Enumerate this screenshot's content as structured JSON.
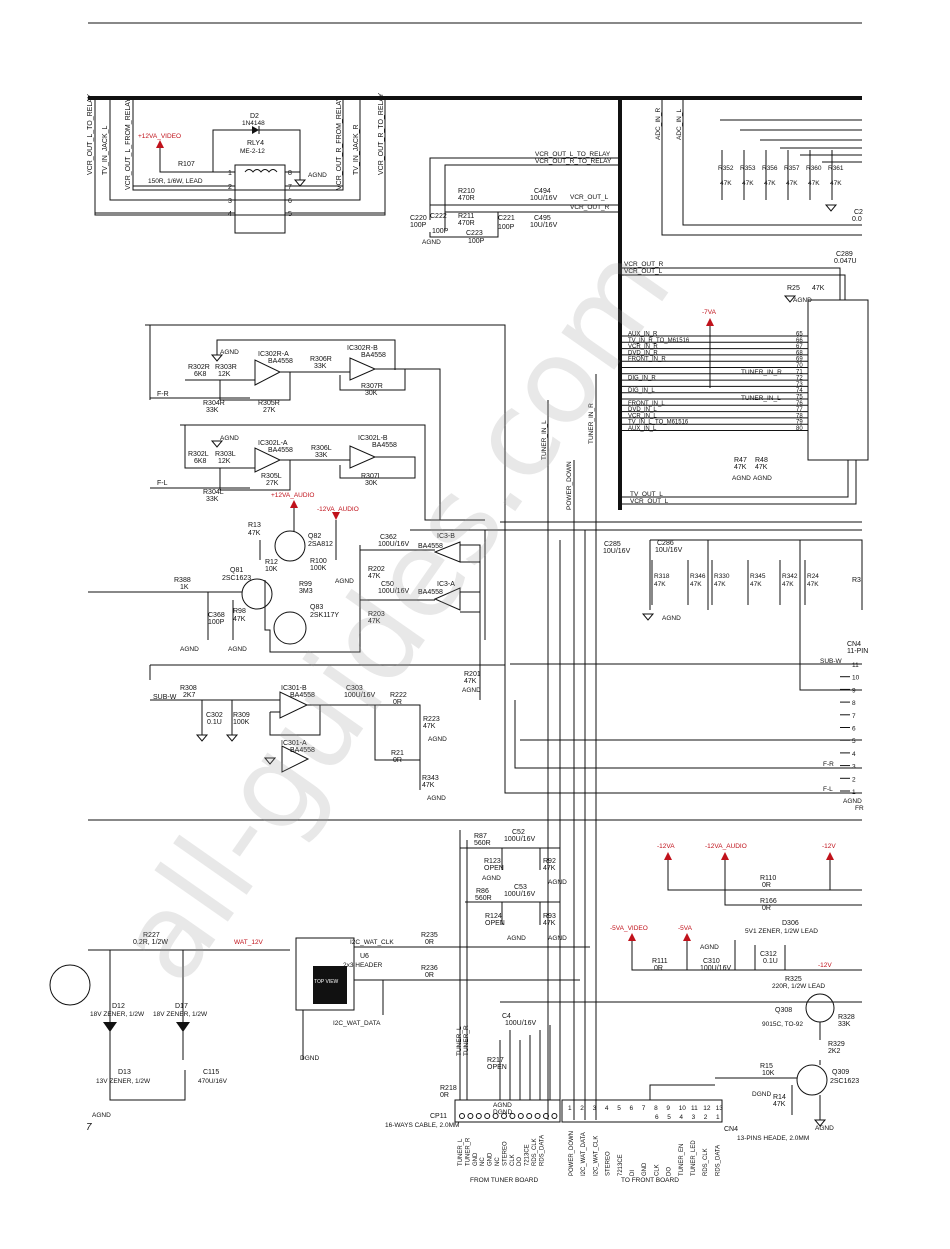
{
  "page": {
    "number": "7"
  },
  "watermark": "all-guides.com",
  "rails": {
    "v12_video": "+12VA_VIDEO",
    "v12_audio": "+12VA_AUDIO",
    "m12_audio": "-12VA_AUDIO",
    "m7": "-7VA",
    "m12va": "-12VA",
    "m12va_audio": "-12VA_AUDIO",
    "m12": "-12V",
    "m5_video": "-5VA_VIDEO",
    "m5": "-5VA",
    "m12_right": "-12V",
    "wat": "WAT_12V"
  },
  "relay_section": {
    "rail_labels": [
      "VCR_OUT_L_TO_RELAY",
      "TV_IN_JACK_L",
      "VCR_OUT_L_FROM_RELAY",
      "VCR_OUT_R_FROM_RELAY",
      "TV_IN_JACK_R",
      "VCR_OUT_R_TO_RELAY"
    ],
    "d2": {
      "ref": "D2",
      "part": "1N4148"
    },
    "relay": {
      "ref": "RLY4",
      "part": "ME-2-12",
      "pins": [
        "1",
        "2",
        "3",
        "4",
        "8",
        "7",
        "6",
        "5"
      ]
    },
    "r107": {
      "ref": "R107",
      "value": "150R, 1/6W, LEAD"
    },
    "agnd": "AGND"
  },
  "vcr_filter": {
    "nets": [
      "VCR_OUT_L_TO_RELAY",
      "VCR_OUT_R_TO_RELAY",
      "VCR_OUT_L",
      "VCR_OUT_R"
    ],
    "r210": {
      "ref": "R210",
      "value": "470R"
    },
    "r211": {
      "ref": "R211",
      "value": "470R"
    },
    "c494": {
      "ref": "C494",
      "value": "10U/16V"
    },
    "c495": {
      "ref": "C495",
      "value": "10U/16V"
    },
    "c220": {
      "ref": "C220",
      "value": "100P"
    },
    "c222": {
      "ref": "C222",
      "value": "100P"
    },
    "c221": {
      "ref": "C221",
      "value": "100P"
    },
    "c223": {
      "ref": "C223",
      "value": "100P"
    },
    "agnd": "AGND"
  },
  "adc_block": {
    "nets": [
      "ADC_IN_R",
      "ADC_IN_L",
      "VCR_OUT_R",
      "VCR_OUT_L"
    ],
    "resistors": [
      {
        "ref": "R352",
        "value": "47K"
      },
      {
        "ref": "R353",
        "value": "47K"
      },
      {
        "ref": "R356",
        "value": "47K"
      },
      {
        "ref": "R357",
        "value": "47K"
      },
      {
        "ref": "R360",
        "value": "47K"
      },
      {
        "ref": "R361",
        "value": "47K"
      }
    ],
    "c2": {
      "ref": "C2",
      "value": "0.0"
    },
    "c289": {
      "ref": "C289",
      "value": "0.047U"
    },
    "r25": {
      "ref": "R25",
      "value": "47K"
    },
    "agnd": "AGND"
  },
  "switch_ic": {
    "inputs": [
      {
        "net": "AUX_IN_R",
        "pin": "65"
      },
      {
        "net": "TV_IN_R_TO_M61516",
        "pin": "66"
      },
      {
        "net": "VCR_IN_R",
        "pin": "67"
      },
      {
        "net": "DVD_IN_R",
        "pin": "68"
      },
      {
        "net": "FRONT_IN_R",
        "pin": "69"
      },
      {
        "net": "",
        "pin": "70"
      },
      {
        "net": "",
        "pin": "71"
      },
      {
        "net": "DIG_IN_R",
        "pin": "72"
      },
      {
        "net": "",
        "pin": "73"
      },
      {
        "net": "DIG_IN_L",
        "pin": "74"
      },
      {
        "net": "",
        "pin": "75"
      },
      {
        "net": "FRONT_IN_L",
        "pin": "76"
      },
      {
        "net": "DVD_IN_L",
        "pin": "77"
      },
      {
        "net": "VCR_IN_L",
        "pin": "78"
      },
      {
        "net": "TV_IN_L_TO_M61516",
        "pin": "79"
      },
      {
        "net": "AUX_IN_L",
        "pin": "80"
      }
    ],
    "tuner_r": "TUNER_IN_R",
    "tuner_l": "TUNER_IN_L",
    "r47": {
      "ref": "R47",
      "value": "47K"
    },
    "r48": {
      "ref": "R48",
      "value": "47K"
    },
    "agnd": "AGND",
    "vcr_out_nets": [
      "TV_OUT_L",
      "VCR_OUT_L"
    ]
  },
  "vertical_nets": [
    "TUNER_IN_L",
    "TUNER_IN_R",
    "POWER_DOWN"
  ],
  "opamp_front": {
    "ic302r_a": {
      "ref": "IC302R-A",
      "part": "BA4558"
    },
    "ic302r_b": {
      "ref": "IC302R-B",
      "part": "BA4558"
    },
    "ic302l_a": {
      "ref": "IC302L-A",
      "part": "BA4558"
    },
    "ic302l_b": {
      "ref": "IC302L-B",
      "part": "BA4558"
    },
    "r302r": {
      "ref": "R302R",
      "value": "6K8"
    },
    "r303r": {
      "ref": "R303R",
      "value": "12K"
    },
    "r304r": {
      "ref": "R304R",
      "value": "33K"
    },
    "r305r": {
      "ref": "R305R",
      "value": "27K"
    },
    "r306r": {
      "ref": "R306R",
      "value": "33K"
    },
    "r307r": {
      "ref": "R307R",
      "value": "30K"
    },
    "r302l": {
      "ref": "R302L",
      "value": "6K8"
    },
    "r303l": {
      "ref": "R303L",
      "value": "12K"
    },
    "r304l": {
      "ref": "R304L",
      "value": "33K"
    },
    "r305l": {
      "ref": "R305L",
      "value": "27K"
    },
    "r306l": {
      "ref": "R306L",
      "value": "33K"
    },
    "r307l": {
      "ref": "R307L",
      "value": "30K"
    },
    "fr": "F-R",
    "fl": "F-L",
    "agnd": "AGND"
  },
  "mute_block": {
    "r13": {
      "ref": "R13",
      "value": "47K"
    },
    "q82": {
      "ref": "Q82",
      "part": "2SA812"
    },
    "r12": {
      "ref": "R12",
      "value": "10K"
    },
    "r100": {
      "ref": "R100",
      "value": "100K"
    },
    "q81": {
      "ref": "Q81",
      "part": "2SC1623"
    },
    "r99": {
      "ref": "R99",
      "value": "3M3"
    },
    "r388": {
      "ref": "R388",
      "value": "1K"
    },
    "c368": {
      "ref": "C368",
      "value": "100P"
    },
    "r98": {
      "ref": "R98",
      "value": "47K"
    },
    "q83": {
      "ref": "Q83",
      "part": "2SK117Y"
    },
    "agnd": "AGND"
  },
  "ic3_block": {
    "c362": {
      "ref": "C362",
      "value": "100U/16V"
    },
    "c50": {
      "ref": "C50",
      "value": "100U/16V"
    },
    "r202": {
      "ref": "R202",
      "value": "47K"
    },
    "r203": {
      "ref": "R203",
      "value": "47K"
    },
    "ic3b": {
      "ref": "IC3-B",
      "part": "BA4558"
    },
    "ic3a": {
      "ref": "IC3-A",
      "part": "BA4558"
    },
    "r201": {
      "ref": "R201",
      "value": "47K"
    },
    "agnd": "AGND"
  },
  "output_caps": {
    "c285": {
      "ref": "C285",
      "value": "10U/16V"
    },
    "c286": {
      "ref": "C286",
      "value": "10U/16V"
    },
    "resistors": [
      {
        "ref": "R318",
        "value": "47K"
      },
      {
        "ref": "R346",
        "value": "47K"
      },
      {
        "ref": "R330",
        "value": "47K"
      },
      {
        "ref": "R345",
        "value": "47K"
      },
      {
        "ref": "R342",
        "value": "47K"
      },
      {
        "ref": "R24",
        "value": "47K"
      }
    ],
    "r3": "R3",
    "agnd": "AGND"
  },
  "cn4_top": {
    "ref": "CN4",
    "part": "11-PIN",
    "pins": [
      "11",
      "10",
      "9",
      "8",
      "7",
      "6",
      "5",
      "4",
      "3",
      "2",
      "1"
    ],
    "subw": "SUB-W",
    "fr": "F-R",
    "fl": "F-L",
    "agnd": "AGND",
    "fr2": "FR"
  },
  "subwoofer": {
    "r308": {
      "ref": "R308",
      "value": "2K7"
    },
    "subw": "SUB-W",
    "c302": {
      "ref": "C302",
      "value": "0.1U"
    },
    "r309": {
      "ref": "R309",
      "value": "100K"
    },
    "ic301b": {
      "ref": "IC301-B",
      "part": "BA4558"
    },
    "ic301a": {
      "ref": "IC301-A",
      "part": "BA4558"
    },
    "c303": {
      "ref": "C303",
      "value": "100U/16V"
    },
    "r222": {
      "ref": "R222",
      "value": "0R"
    },
    "r223": {
      "ref": "R223",
      "value": "47K"
    },
    "r21": {
      "ref": "R21",
      "value": "0R"
    },
    "r343": {
      "ref": "R343",
      "value": "47K"
    },
    "agnd": "AGND"
  },
  "tuner_block": {
    "r87": {
      "ref": "R87",
      "value": "560R"
    },
    "c52": {
      "ref": "C52",
      "value": "100U/16V"
    },
    "r123": {
      "ref": "R123",
      "value": "OPEN"
    },
    "r92": {
      "ref": "R92",
      "value": "47K"
    },
    "r86": {
      "ref": "R86",
      "value": "560R"
    },
    "c53": {
      "ref": "C53",
      "value": "100U/16V"
    },
    "r124": {
      "ref": "R124",
      "value": "OPEN"
    },
    "r93": {
      "ref": "R93",
      "value": "47K"
    },
    "agnd": "AGND"
  },
  "power_block": {
    "r110": {
      "ref": "R110",
      "value": "0R"
    },
    "r166": {
      "ref": "R166",
      "value": "0R"
    },
    "d306": {
      "ref": "D306",
      "value": "5V1 ZENER, 1/2W LEAD"
    },
    "r111": {
      "ref": "R111",
      "value": "0R"
    },
    "c310": {
      "ref": "C310",
      "value": "100U/16V"
    },
    "c312": {
      "ref": "C312",
      "value": "0.1U"
    },
    "r325": {
      "ref": "R325",
      "value": "220R, 1/2W LEAD"
    },
    "agnd": "AGND"
  },
  "wat_block": {
    "r227": {
      "ref": "R227",
      "value": "0.2R, 1/2W"
    },
    "d12": {
      "ref": "D12",
      "value": "18V ZENER, 1/2W"
    },
    "d17": {
      "ref": "D17",
      "value": "18V ZENER, 1/2W"
    },
    "d13": {
      "ref": "D13",
      "value": "13V ZENER, 1/2W"
    },
    "c115": {
      "ref": "C115",
      "value": "470U/16V"
    },
    "u6": {
      "ref": "U6",
      "part": "2x3 HEADER",
      "top_view": "TOP VIEW"
    },
    "i2c_clk": "I2C_WAT_CLK",
    "i2c_data": "I2C_WAT_DATA",
    "r235": {
      "ref": "R235",
      "value": "0R"
    },
    "r236": {
      "ref": "R236",
      "value": "0R"
    },
    "dgnd": "DGND",
    "agnd": "AGND"
  },
  "q_block": {
    "q308": {
      "ref": "Q308",
      "part": "9015C, TO-92"
    },
    "r328": {
      "ref": "R328",
      "value": "33K"
    },
    "r329": {
      "ref": "R329",
      "value": "2K2"
    },
    "q309": {
      "ref": "Q309",
      "part": "2SC1623"
    },
    "r15": {
      "ref": "R15",
      "value": "10K"
    },
    "r14": {
      "ref": "R14",
      "value": "47K"
    },
    "agnd": "AGND",
    "dgnd": "DGND"
  },
  "cp11": {
    "ref": "CP11",
    "desc": "16-WAYS CABLE, 2.0MM",
    "c4": {
      "ref": "C4",
      "value": "100U/16V"
    },
    "r217": {
      "ref": "R217",
      "value": "OPEN"
    },
    "r218": {
      "ref": "R218",
      "value": "0R"
    },
    "pin_numbers": [
      "1",
      "2",
      "3",
      "4",
      "5",
      "6",
      "7",
      "8",
      "9",
      "10",
      "11",
      "12",
      "13"
    ],
    "signals_left": [
      "TUNER_L",
      "TUNER_R",
      "GND",
      "NC",
      "GND",
      "NC",
      "STEREO",
      "CLK",
      "DO",
      "7213CE",
      "RDS_CLK",
      "RDS_DATA"
    ],
    "signals_right": [
      "POWER_DOWN",
      "I2C_WAT_DATA",
      "I2C_WAT_CLK",
      "STEREO",
      "7213CE",
      "DI",
      "GND",
      "CLK",
      "DO",
      "TUNER_EN",
      "TUNER_LED",
      "RDS_CLK",
      "RDS_DATA"
    ],
    "from_tuner": "FROM TUNER BOARD",
    "to_front": "TO FRONT BOARD",
    "agnd": "AGND",
    "dgnd": "DGND",
    "vert_tuner_l": "TUNER_L",
    "vert_tuner_r": "TUNER_R"
  },
  "cn4": {
    "ref": "CN4",
    "desc": "13-PINS HEADE, 2.0MM",
    "pin_numbers": [
      "6",
      "5",
      "4",
      "3",
      "2",
      "1"
    ]
  }
}
